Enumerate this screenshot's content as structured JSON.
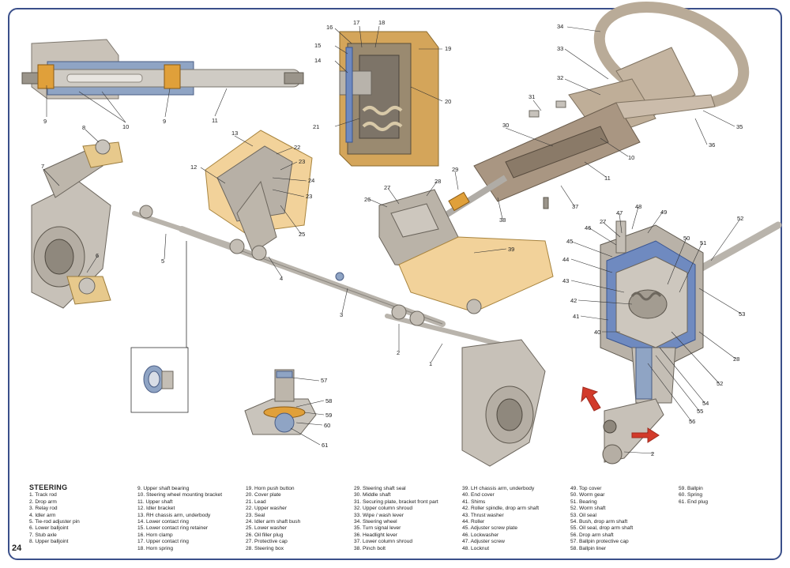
{
  "page_number": "24",
  "legend": {
    "title": "STEERING",
    "columns": [
      [
        "",
        "1. Track rod",
        "2. Drop arm",
        "3. Relay rod",
        "4. Idler arm",
        "5. Tie-rod adjuster pin",
        "6. Lower balljoint",
        "7. Stub axle",
        "8. Upper balljoint"
      ],
      [
        "9. Upper shaft bearing",
        "10. Steering wheel mounting bracket",
        "11. Upper shaft",
        "12. Idler bracket",
        "13. RH chassis arm, underbody",
        "14. Lower contact ring",
        "15. Lower contact ring retainer",
        "16. Horn clamp",
        "17. Upper contact ring",
        "18. Horn spring"
      ],
      [
        "19. Horn push button",
        "20. Cover plate",
        "21. Lead",
        "22. Upper washer",
        "23. Seal",
        "24. Idler arm shaft bush",
        "25. Lower washer",
        "26. Oil filler plug",
        "27. Protective cap",
        "28. Steering box"
      ],
      [
        "29. Steering shaft seal",
        "30. Middle shaft",
        "31. Securing plate, bracket front part",
        "32. Upper column shroud",
        "33. Wipe / wash lever",
        "34. Steering wheel",
        "35. Turn signal  lever",
        "36. Headlight lever",
        "37. Lower column shroud",
        "38. Pinch bolt"
      ],
      [
        "39. LH chassis arm, underbody",
        "40. End cover",
        "41. Shims",
        "42. Roller spindle, drop arm shaft",
        "43. Thrust washer",
        "44. Roller",
        "45. Adjuster screw plate",
        "46. Lockwasher",
        "47. Adjuster screw",
        "48. Locknut"
      ],
      [
        "49. Top cover",
        "50. Worm gear",
        "51. Bearing",
        "52. Worm shaft",
        "53. Oil seal",
        "54. Bush, drop arm shaft",
        "55. Oil seal, drop arm shaft",
        "56. Drop arm shaft",
        "57. Ballpin protective cap",
        "58. Ballpin liner"
      ],
      [
        "59. Ballpin",
        "60. Spring",
        "61. End plug"
      ]
    ]
  },
  "callouts": [
    {
      "id": "c9a",
      "text": "9"
    },
    {
      "id": "c10a",
      "text": "10"
    },
    {
      "id": "c9b",
      "text": "9"
    },
    {
      "id": "c11a",
      "text": "11"
    },
    {
      "id": "c16",
      "text": "16"
    },
    {
      "id": "c17",
      "text": "17"
    },
    {
      "id": "c18",
      "text": "18"
    },
    {
      "id": "c15",
      "text": "15"
    },
    {
      "id": "c19",
      "text": "19"
    },
    {
      "id": "c14",
      "text": "14"
    },
    {
      "id": "c20",
      "text": "20"
    },
    {
      "id": "c21",
      "text": "21"
    },
    {
      "id": "c34",
      "text": "34"
    },
    {
      "id": "c33",
      "text": "33"
    },
    {
      "id": "c32",
      "text": "32"
    },
    {
      "id": "c31",
      "text": "31"
    },
    {
      "id": "c35",
      "text": "35"
    },
    {
      "id": "c36",
      "text": "36"
    },
    {
      "id": "c30",
      "text": "30"
    },
    {
      "id": "c10b",
      "text": "10"
    },
    {
      "id": "c11b",
      "text": "11"
    },
    {
      "id": "c29",
      "text": "29"
    },
    {
      "id": "c37",
      "text": "37"
    },
    {
      "id": "c38",
      "text": "38"
    },
    {
      "id": "c8",
      "text": "8"
    },
    {
      "id": "c7",
      "text": "7"
    },
    {
      "id": "c13",
      "text": "13"
    },
    {
      "id": "c22",
      "text": "22"
    },
    {
      "id": "c12",
      "text": "12"
    },
    {
      "id": "c23a",
      "text": "23"
    },
    {
      "id": "c24",
      "text": "24"
    },
    {
      "id": "c23b",
      "text": "23"
    },
    {
      "id": "c25",
      "text": "25"
    },
    {
      "id": "c27a",
      "text": "27"
    },
    {
      "id": "c28a",
      "text": "28"
    },
    {
      "id": "c26",
      "text": "26"
    },
    {
      "id": "c39",
      "text": "39"
    },
    {
      "id": "c6",
      "text": "6"
    },
    {
      "id": "c5",
      "text": "5"
    },
    {
      "id": "c4",
      "text": "4"
    },
    {
      "id": "c3",
      "text": "3"
    },
    {
      "id": "c2a",
      "text": "2"
    },
    {
      "id": "c1",
      "text": "1"
    },
    {
      "id": "c45",
      "text": "45"
    },
    {
      "id": "c46",
      "text": "46"
    },
    {
      "id": "c27b",
      "text": "27"
    },
    {
      "id": "c47",
      "text": "47"
    },
    {
      "id": "c48",
      "text": "48"
    },
    {
      "id": "c49",
      "text": "49"
    },
    {
      "id": "c52a",
      "text": "52"
    },
    {
      "id": "c50",
      "text": "50"
    },
    {
      "id": "c51",
      "text": "51"
    },
    {
      "id": "c44",
      "text": "44"
    },
    {
      "id": "c43",
      "text": "43"
    },
    {
      "id": "c42",
      "text": "42"
    },
    {
      "id": "c53",
      "text": "53"
    },
    {
      "id": "c41",
      "text": "41"
    },
    {
      "id": "c40",
      "text": "40"
    },
    {
      "id": "c28b",
      "text": "28"
    },
    {
      "id": "c52b",
      "text": "52"
    },
    {
      "id": "c54",
      "text": "54"
    },
    {
      "id": "c55",
      "text": "55"
    },
    {
      "id": "c56",
      "text": "56"
    },
    {
      "id": "c2b",
      "text": "2"
    },
    {
      "id": "c57",
      "text": "57"
    },
    {
      "id": "c58",
      "text": "58"
    },
    {
      "id": "c59",
      "text": "59"
    },
    {
      "id": "c60",
      "text": "60"
    },
    {
      "id": "c61",
      "text": "61"
    }
  ]
}
